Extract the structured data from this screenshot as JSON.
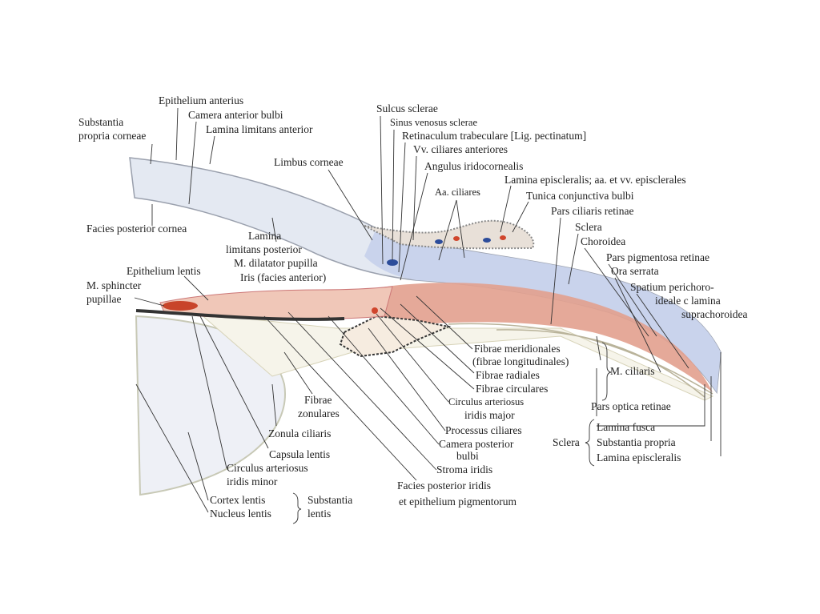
{
  "colors": {
    "sclera": "#c9d3ec",
    "cornea": "#e4e9f2",
    "muscle": "#e2a08e",
    "iris": "#f0c7b8",
    "lens": "#eef0f6",
    "pigment": "#3a3a3a",
    "vessel_red": "#d0452c",
    "vessel_blue": "#2c4c9a"
  },
  "labels": {
    "substantia_propria_1": "Substantia",
    "substantia_propria_2": "propria corneae",
    "epithelium_anterius": "Epithelium anterius",
    "camera_anterior": "Camera anterior bulbi",
    "lamina_limitans_anterior": "Lamina limitans anterior",
    "limbus_corneae": "Limbus corneae",
    "facies_posterior_cornea": "Facies posterior cornea",
    "lamina_limitans_posterior_1": "Lamina",
    "lamina_limitans_posterior_2": "limitans posterior",
    "m_dilatator": "M. dilatator pupilla",
    "iris_facies": "Iris (facies anterior)",
    "epithelium_lentis": "Epithelium lentis",
    "m_sphincter_1": "M. sphincter",
    "m_sphincter_2": "pupillae",
    "sulcus_sclerae": "Sulcus sclerae",
    "sinus_venosus": "Sinus venosus sclerae",
    "retinaculum": "Retinaculum trabeculare [Lig. pectinatum]",
    "vv_ciliares": "Vv. ciliares anteriores",
    "angulus": "Angulus iridocornealis",
    "lamina_episcleralis_top": "Lamina episcleralis; aa. et vv. episclerales",
    "aa_ciliares": "Aa. ciliares",
    "tunica_conjunctiva": "Tunica conjunctiva bulbi",
    "pars_ciliaris": "Pars ciliaris retinae",
    "sclera_top": "Sclera",
    "choroidea": "Choroidea",
    "pars_pigmentosa": "Pars pigmentosa retinae",
    "ora_serrata": "Ora serrata",
    "spatium_1": "Spatium perichoro-",
    "spatium_2": "ideale c lamina",
    "spatium_3": "suprachoroidea",
    "fibrae_meridionales": "Fibrae meridionales",
    "fibrae_longitudinales": "(fibrae longitudinales)",
    "fibrae_radiales": "Fibrae radiales",
    "fibrae_circulares": "Fibrae circulares",
    "m_ciliaris": "M. ciliaris",
    "circulus_major_1": "Circulus arteriosus",
    "circulus_major_2": "iridis major",
    "pars_optica": "Pars optica retinae",
    "processus_ciliares": "Processus ciliares",
    "camera_posterior_1": "Camera posterior",
    "camera_posterior_2": "bulbi",
    "stroma_iridis": "Stroma iridis",
    "facies_posterior_iridis_1": "Facies posterior iridis",
    "facies_posterior_iridis_2": "et epithelium pigmentorum",
    "sclera_group": "Sclera",
    "lamina_fusca": "Lamina fusca",
    "substantia_propria_sclera": "Substantia propria",
    "lamina_episcleralis": "Lamina episcleralis",
    "fibrae_zonulares_1": "Fibrae",
    "fibrae_zonulares_2": "zonulares",
    "zonula_ciliaris": "Zonula ciliaris",
    "capsula_lentis": "Capsula lentis",
    "circulus_minor_1": "Circulus arteriosus",
    "circulus_minor_2": "iridis minor",
    "cortex_lentis": "Cortex lentis",
    "nucleus_lentis": "Nucleus lentis",
    "substantia_lentis_1": "Substantia",
    "substantia_lentis_2": "lentis"
  }
}
